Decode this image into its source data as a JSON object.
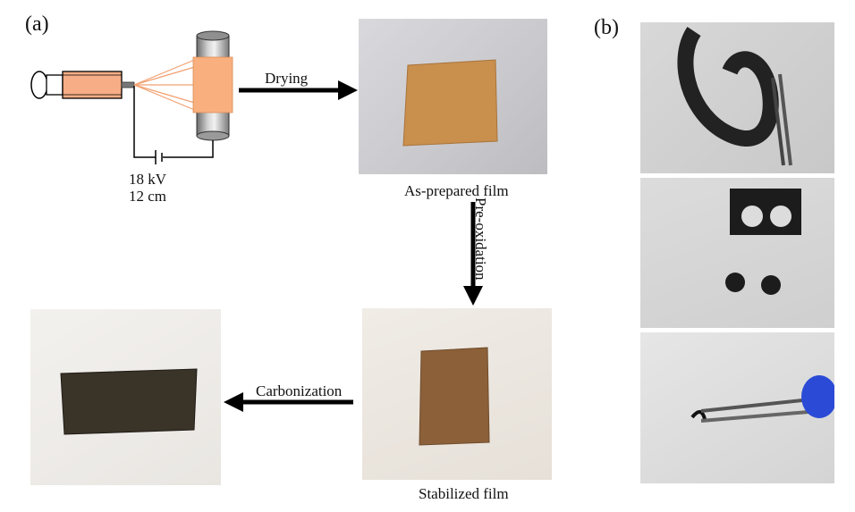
{
  "panels": {
    "a": "(a)",
    "b": "(b)"
  },
  "setup": {
    "voltage": "18 kV",
    "distance": "12 cm"
  },
  "steps": {
    "drying": "Drying",
    "pre_oxidation": "Pre-oxidation",
    "carbonization": "Carbonization"
  },
  "captions": {
    "as_prepared": "As-prepared film",
    "stabilized": "Stabilized film"
  },
  "colors": {
    "syringe_fill": "#f7ad85",
    "collector_fill": "#f9b07e",
    "as_prepared_film": "#c98f4d",
    "stabilized_film": "#8c6039",
    "carbonized_film": "#3a3328",
    "flexible_film": "#222222",
    "glove": "#2b4bd6",
    "arrow": "#000000"
  }
}
